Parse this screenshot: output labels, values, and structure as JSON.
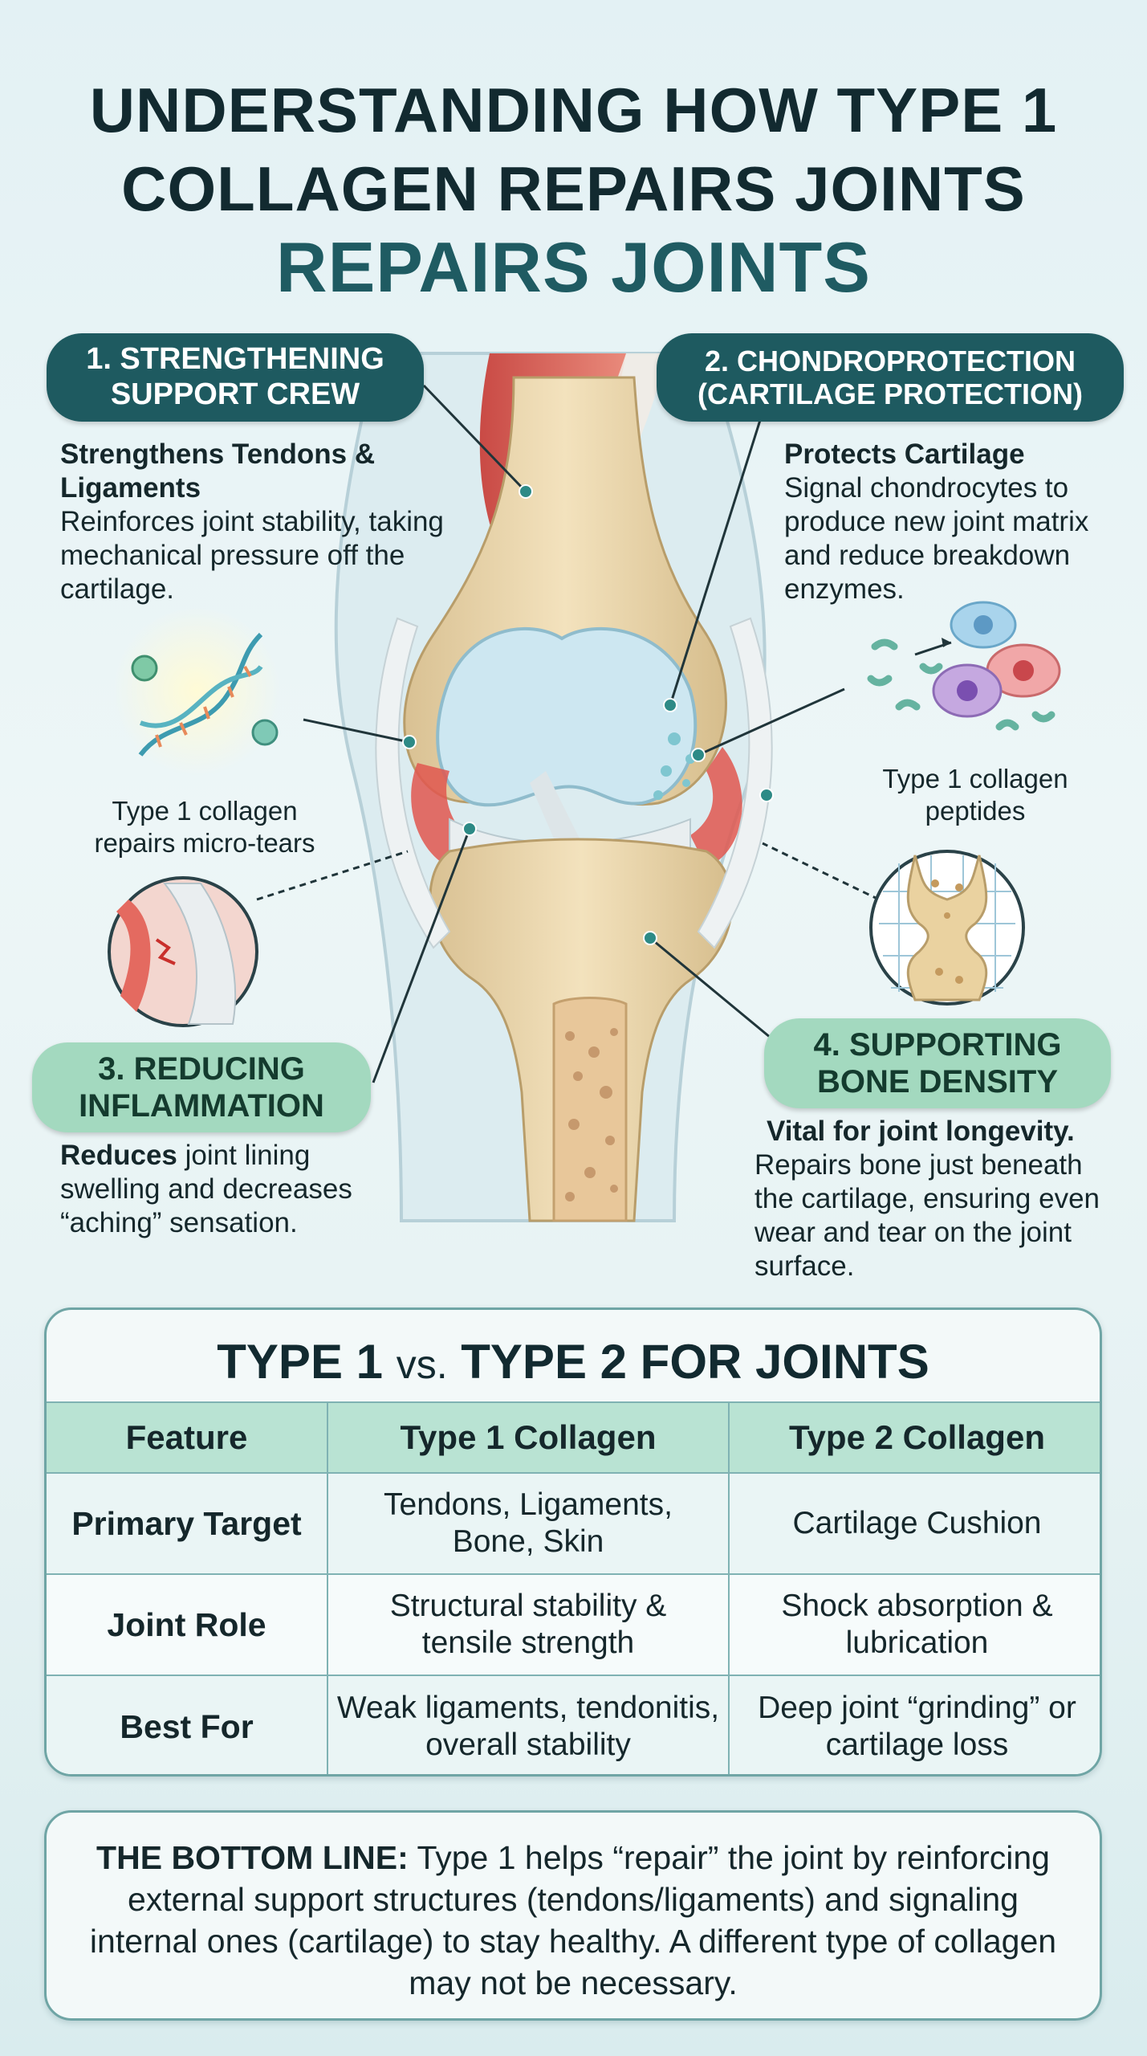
{
  "title": {
    "line1": "UNDERSTANDING HOW TYPE 1",
    "line2": "COLLAGEN REPAIRS JOINTS",
    "line3": "REPAIRS JOINTS"
  },
  "sections": [
    {
      "pill_line1": "1.  STRENGTHENING",
      "pill_line2": "SUPPORT CREW",
      "heading": "Strengthens Tendons & Ligaments",
      "body": "Reinforces joint stability, taking mechanical pressure off the cartilage."
    },
    {
      "pill_line1": "2. CHONDROPROTECTION",
      "pill_line2": "(CARTILAGE PROTECTION)",
      "heading": "Protects Cartilage",
      "body": "Signal chondrocytes to produce new joint matrix and reduce breakdown enzymes."
    },
    {
      "pill_line1": "3. REDUCING",
      "pill_line2": "INFLAMMATION",
      "heading": "Reduces",
      "body": "joint lining swelling and decreases “aching” sensation."
    },
    {
      "pill_line1": "4. SUPPORTING",
      "pill_line2": "BONE DENSITY",
      "heading": "Vital for joint longevity.",
      "body": "Repairs bone just beneath the cartilage, ensuring even wear and tear on the joint surface."
    }
  ],
  "labels": {
    "micro_tears_line1": "Type 1 collagen",
    "micro_tears_line2": "repairs micro-tears",
    "peptides_line1": "Type 1 collagen",
    "peptides_line2": "peptides"
  },
  "table": {
    "title_a": "TYPE 1",
    "title_vs": "vs.",
    "title_b": "TYPE 2 FOR JOINTS",
    "headers": [
      "Feature",
      "Type 1 Collagen",
      "Type 2 Collagen"
    ],
    "rows": [
      [
        "Primary Target",
        "Tendons, Ligaments, Bone, Skin",
        "Cartilage Cushion"
      ],
      [
        "Joint Role",
        "Structural stability & tensile strength",
        "Shock absorption & lubrication"
      ],
      [
        "Best For",
        "Weak ligaments, tendonitis, overall stability",
        "Deep joint “grinding” or cartilage loss"
      ]
    ]
  },
  "bottom_line": {
    "label": "THE BOTTOM LINE:",
    "text": "Type 1 helps “repair” the joint by reinforcing external support structures (tendons/ligaments) and signaling internal ones (cartilage) to stay healthy. A different type of collagen may not be necessary."
  },
  "colors": {
    "pill_dark": "#1e5a60",
    "pill_light": "#a3d9bf",
    "title_accent": "#1f5b62",
    "bone": "#ecd7ad",
    "cartilage": "#cbe6f0",
    "tendon": "#d9534f"
  }
}
